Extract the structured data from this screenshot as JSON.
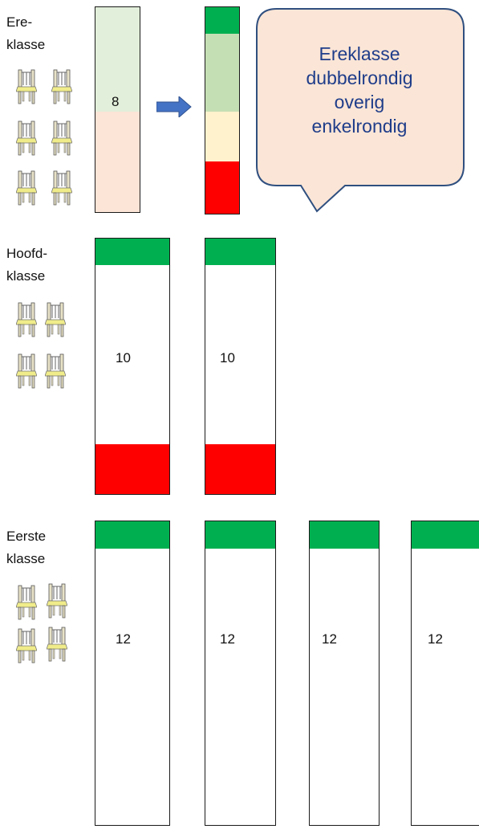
{
  "sections": {
    "ere": {
      "label_line1": "Ere-",
      "label_line2": "klasse",
      "count": "8"
    },
    "hoofd": {
      "label_line1": "Hoofd-",
      "label_line2": "klasse",
      "counts": [
        "10",
        "10"
      ]
    },
    "eerste": {
      "label_line1": "Eerste",
      "label_line2": "klasse",
      "counts": [
        "12",
        "12",
        "12",
        "12"
      ]
    }
  },
  "callout": {
    "lines": [
      "Ereklasse",
      "dubbelrondig",
      "overig",
      "enkelrondig"
    ]
  },
  "colors": {
    "promotion": "#00b050",
    "relegation": "#ff0000",
    "light_green": "#c5dfb4",
    "pale_green": "#e2efda",
    "pale_red": "#fce4d6",
    "pale_yellow": "#fff2cc",
    "callout_fill": "#fbe5d6",
    "callout_border": "#2f4f7f",
    "arrow": "#4472c4",
    "callout_text": "#1f3d8a"
  },
  "icons": {
    "seat": "chair-icon",
    "transition": "arrow-right-icon"
  }
}
